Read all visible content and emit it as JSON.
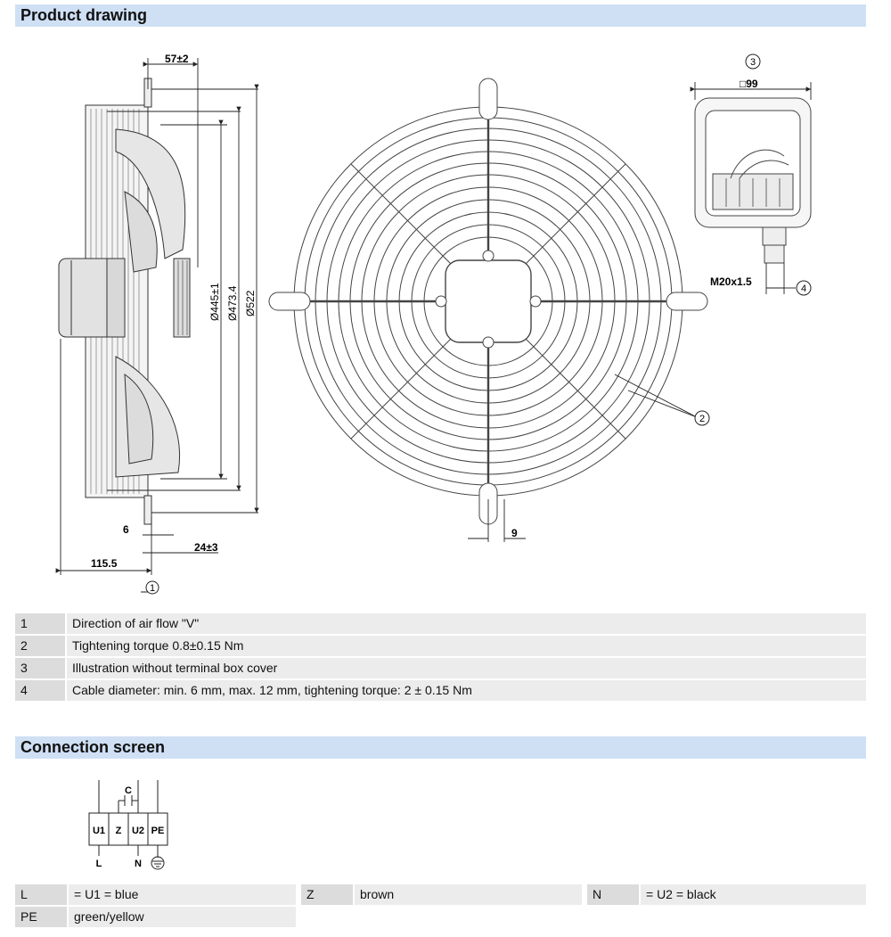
{
  "headers": {
    "product_drawing": "Product drawing",
    "connection_screen": "Connection screen"
  },
  "dimensions": {
    "d57": "57±2",
    "d99": "□99",
    "d445": "Ø445±1",
    "d473": "Ø473.4",
    "d522": "Ø522",
    "d6": "6",
    "d24": "24±3",
    "d115": "115.5",
    "d9": "9",
    "m20": "M20x1.5"
  },
  "callouts": [
    "1",
    "2",
    "3",
    "4"
  ],
  "legend": [
    {
      "num": "1",
      "text": "Direction of air flow \"V\""
    },
    {
      "num": "2",
      "text": "Tightening torque 0.8±0.15 Nm"
    },
    {
      "num": "3",
      "text": "Illustration without terminal box cover"
    },
    {
      "num": "4",
      "text": "Cable diameter: min. 6 mm, max. 12 mm, tightening torque: 2 ± 0.15 Nm"
    }
  ],
  "wiring": {
    "capacitor": "C",
    "terminals": [
      "U1",
      "Z",
      "U2",
      "PE"
    ],
    "lines": [
      "L",
      "N"
    ]
  },
  "connections": {
    "row1": [
      {
        "key": "L",
        "val": "= U1 = blue"
      },
      {
        "key": "Z",
        "val": "brown"
      },
      {
        "key": "N",
        "val": "= U2 = black"
      }
    ],
    "row2": [
      {
        "key": "PE",
        "val": "green/yellow"
      }
    ]
  }
}
